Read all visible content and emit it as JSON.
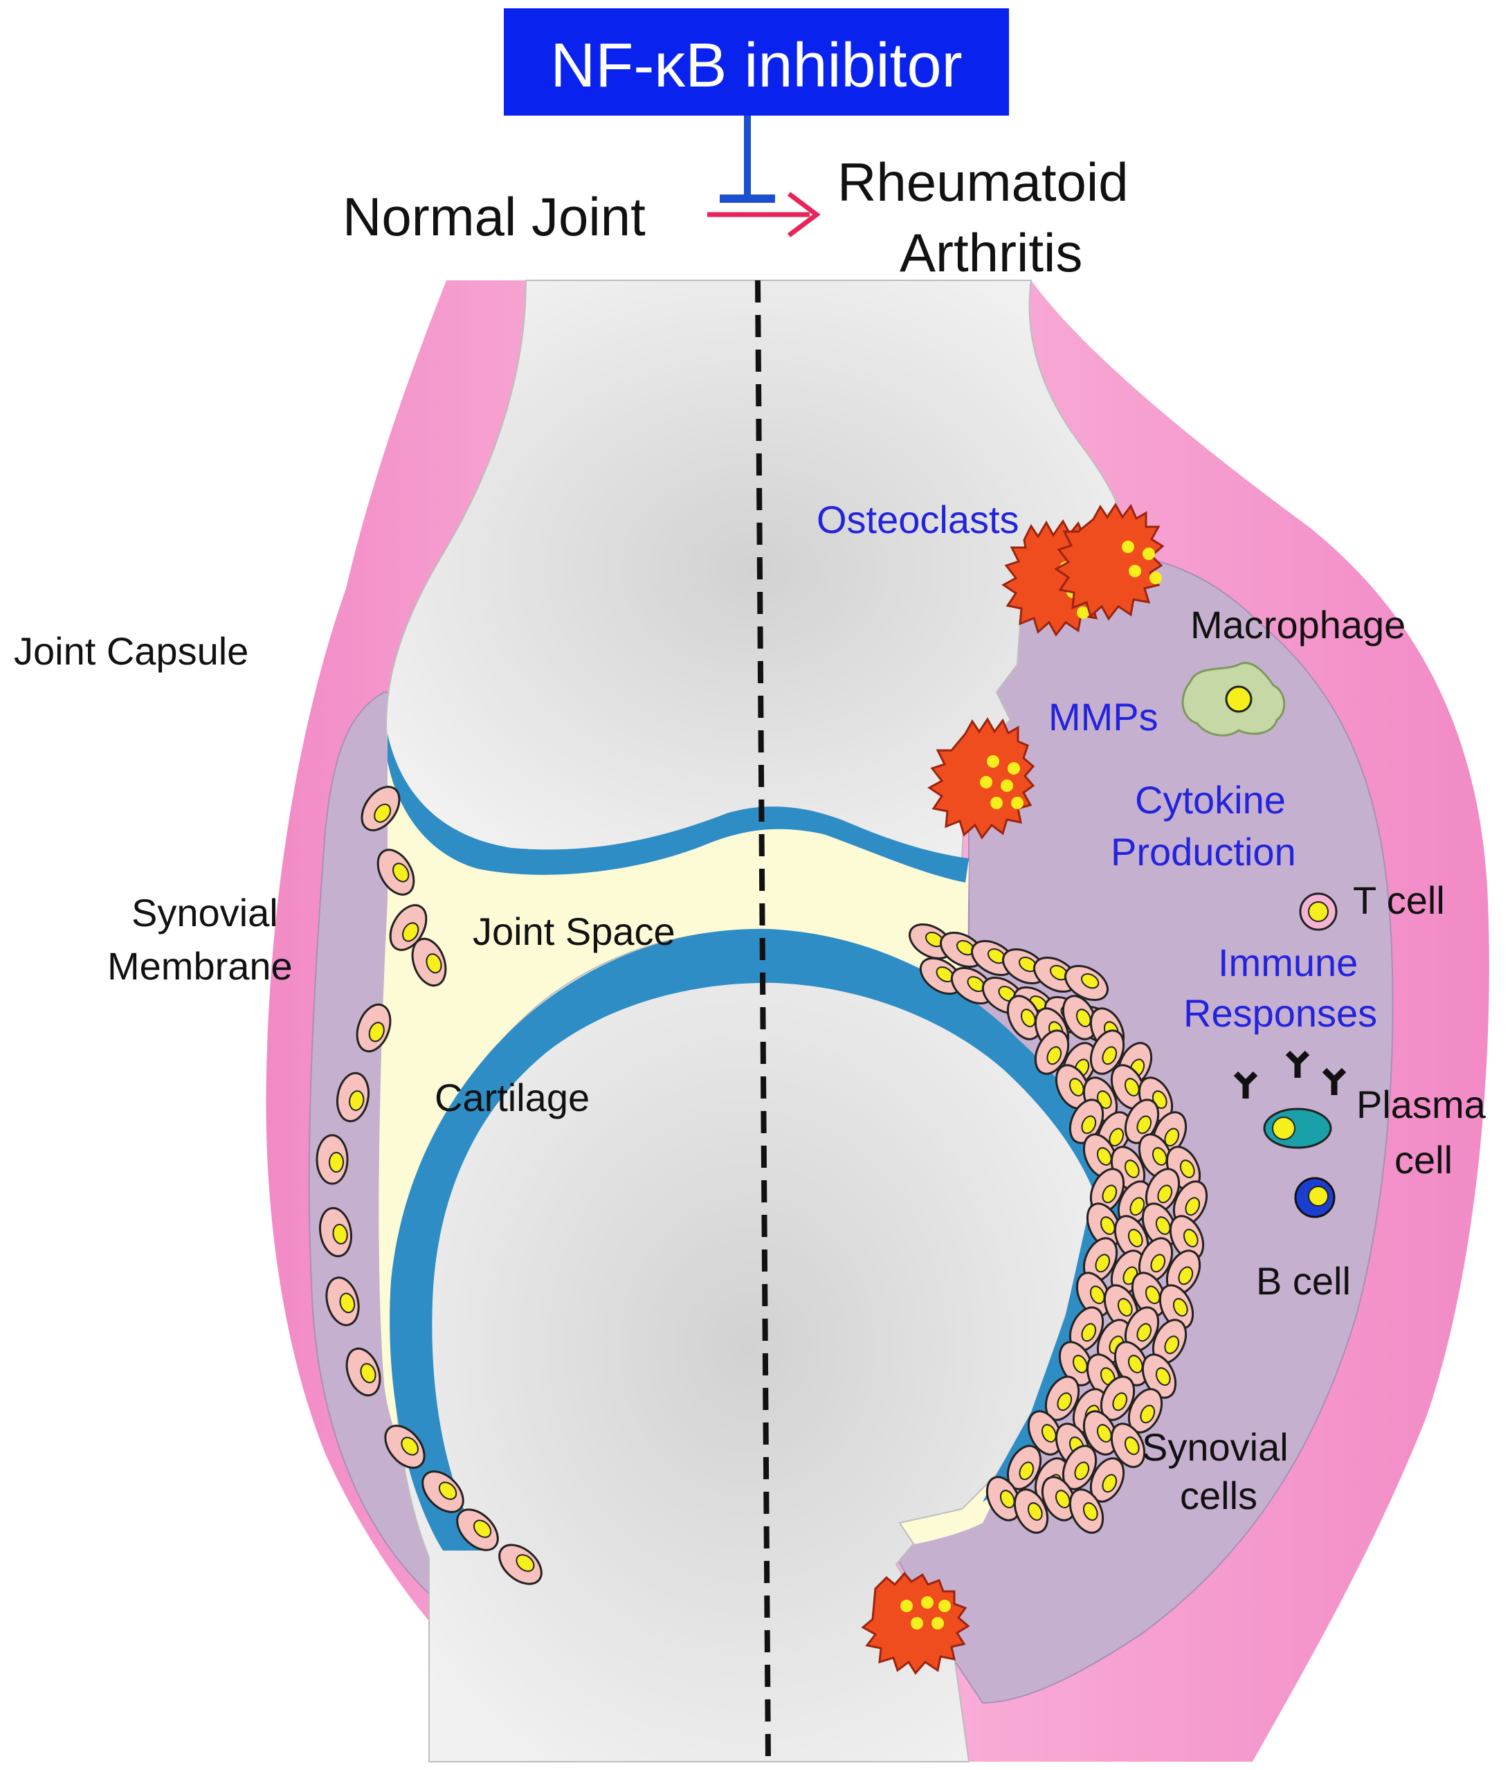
{
  "header": {
    "inhibitor_label": "NF-κB inhibitor",
    "from_label": "Normal Joint",
    "to_label_line1": "Rheumatoid",
    "to_label_line2": "Arthritis"
  },
  "labels": {
    "joint_capsule": "Joint Capsule",
    "synovial_line1": "Synovial",
    "synovial_line2": "Membrane",
    "joint_space": "Joint Space",
    "cartilage": "Cartilage",
    "osteoclasts": "Osteoclasts",
    "macrophage": "Macrophage",
    "mmps": "MMPs",
    "cytokine_line1": "Cytokine",
    "cytokine_line2": "Production",
    "t_cell": "T cell",
    "immune_line1": "Immune",
    "immune_line2": "Responses",
    "plasma_line1": "Plasma",
    "plasma_line2": "cell",
    "b_cell": "B cell",
    "synovial_cells_line1": "Synovial",
    "synovial_cells_line2": "cells"
  },
  "colors": {
    "inhibitor_box": "#0a22ee",
    "inhibitor_arrow": "#1a4fd0",
    "progression_arrow": "#e8245a",
    "capsule": "#f59acd",
    "capsule_light": "#f9b9dc",
    "synovium": "#c6b0d0",
    "joint_space": "#fdfad6",
    "cartilage": "#2f8dc5",
    "bone": "#e6e6e6",
    "synovial_cell": "#f7c1bd",
    "nucleus": "#f6ef1c",
    "osteoclast": "#f04d1f",
    "macrophage": "#c5d8a5",
    "t_cell": "#f3b3d3",
    "plasma_cell": "#1aa0a8",
    "b_cell": "#1a3fd0",
    "antibody": "#111111",
    "label_blue": "#2323dd"
  }
}
